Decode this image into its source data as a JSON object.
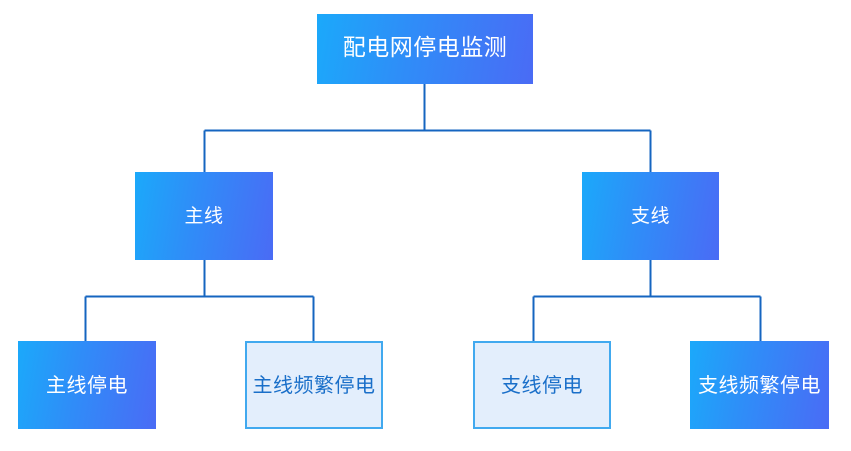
{
  "diagram": {
    "title": "配电网停电监测",
    "type": "tree-hierarchy",
    "levels": 3,
    "colors": {
      "gradient_start": "#1ba9fa",
      "gradient_end": "#4a6bf5",
      "outlined_fill": "#e3eefc",
      "outlined_border": "#41a9ef",
      "outlined_text": "#1a6fc9",
      "filled_text": "#ffffff",
      "connector": "#1565c0",
      "background": "#ffffff"
    },
    "nodes": {
      "root": {
        "label": "配电网停电监测",
        "style": "filled"
      },
      "level2": [
        {
          "label": "主线",
          "style": "filled"
        },
        {
          "label": "支线",
          "style": "filled"
        }
      ],
      "level3": [
        {
          "label": "主线停电",
          "style": "filled"
        },
        {
          "label": "主线频繁停电",
          "style": "outlined"
        },
        {
          "label": "支线停电",
          "style": "outlined"
        },
        {
          "label": "支线频繁停电",
          "style": "filled"
        }
      ]
    },
    "edges": [
      {
        "from": "配电网停电监测",
        "to": "主线"
      },
      {
        "from": "配电网停电监测",
        "to": "支线"
      },
      {
        "from": "主线",
        "to": "主线停电"
      },
      {
        "from": "主线",
        "to": "主线频繁停电"
      },
      {
        "from": "支线",
        "to": "支线停电"
      },
      {
        "from": "支线",
        "to": "支线频繁停电"
      }
    ]
  }
}
